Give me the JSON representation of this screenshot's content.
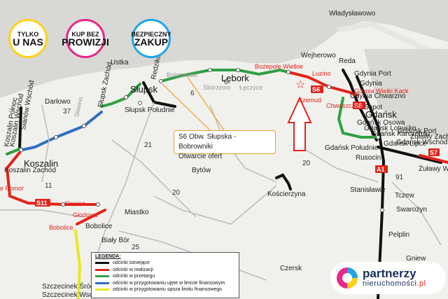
{
  "badges": [
    {
      "line1": "TYLKO",
      "line2": "U NAS"
    },
    {
      "line1": "KUP BEZ",
      "line2": "PROWIZJI"
    },
    {
      "line1": "BEZPIECZNY",
      "line2": "ZAKUP"
    }
  ],
  "callout": {
    "line1": "S6 Obw. Słupska - Bobrowniki",
    "line2": "Otwarcie ofert"
  },
  "towns": {
    "wladyslawowo": "Władysławowo",
    "ustka": "Ustka",
    "slupsk": "Słupsk",
    "slupsk_zachod": "Słupsk Zachód",
    "slupsk_poludnie": "Słupsk Południe",
    "redzikowo": "Redzikowo",
    "bobrowniki": "Bobrowniki",
    "lebork": "Lębork",
    "skorzewo": "Skórzewo",
    "leczyce": "Łęczyce",
    "bozepole": "Bożepole Wielkie",
    "luzino": "Luzino",
    "szemud": "Szemud",
    "wejherowo": "Wejherowo",
    "reda": "Reda",
    "gdynia": "Gdynia",
    "gdynia_port": "Gdynia Port",
    "gdynia_chwarzno": "Gdynia Chwarzno",
    "gdynia_wielki_kack": "Gdynia Wielki Kack",
    "chwaszczyno": "Chwaszczyno",
    "sopot": "Sopot",
    "gdansk": "Gdańsk",
    "gdansk_osowa": "Gdańsk Osowa",
    "gdansk_lotnisko": "Gdańsk Lotnisko",
    "gdansk_karczemki": "Gdańsk Karczemki",
    "gdansk_port": "Gdańsk Port",
    "gdansk_poludnie": "Gdańsk Południe",
    "gdansk_lipce": "Gdańsk Lipce",
    "gdansk_wschod": "Gdańsk Wschód",
    "zulawy_zachod": "Żuławy Zachód",
    "zulawy_wschod": "Żuławy Wschód",
    "rusocin": "Rusocin",
    "darlowo": "Darłowo",
    "koszalin": "Koszalin",
    "koszalin_zachod": "Koszalin Zachód",
    "koszalin_wschod": "Koszalin Wschód",
    "koszalin_polnoc": "Koszalin Północ",
    "sianow_wschod": "Sianów Wschód",
    "slawno": "Sławno",
    "koszalin_pomorze": "e Pomor",
    "klanino": "Klanino",
    "glodowa": "Głodowa",
    "bobolice_junction": "Bobolice",
    "bobolice": "Bobolice",
    "bytow": "Bytów",
    "koscierzyna": "Kościerzyna",
    "miastko": "Miastko",
    "bialy_bor": "Biały Bór",
    "czersk": "Czersk",
    "stanislawie": "Stanisławie",
    "tczew": "Tczew",
    "swarozyn": "Swarożyn",
    "pelplin": "Pelplin",
    "gniew": "Gniew",
    "szczecinek_srodmiescie": "Szczecinek Śródmieście",
    "szczecinek_wschod": "Szczecinek Wschód"
  },
  "roads": {
    "r6a": "6",
    "r6b": "6",
    "r20a": "20",
    "r20b": "20",
    "r20c": "20",
    "r21": "21",
    "r11": "11",
    "r37": "37",
    "r91": "91",
    "r25": "25",
    "s6": "S6",
    "s6b": "S6",
    "s11": "S11",
    "s7": "S7",
    "a1": "A1"
  },
  "legend": {
    "title": "LEGENDA:",
    "items": [
      {
        "label": "odcinki istniejące",
        "color": "#111111"
      },
      {
        "label": "odcinki w realizacji",
        "color": "#e2231a"
      },
      {
        "label": "odcinki w przetargu",
        "color": "#2fa043"
      },
      {
        "label": "odcinki w przygotowaniu ujęte w limicie finansowym",
        "color": "#2f6fc0"
      },
      {
        "label": "odcinki w przygotowaniu spoza limitu finansowego",
        "color": "#e8e820"
      }
    ]
  },
  "brand": {
    "name1": "partnerzy",
    "name2": "nieruchomości",
    "suffix": ".pl"
  },
  "colors": {
    "sea": "#d8d8d4",
    "land": "#f0f0ed",
    "existing": "#111111",
    "construction": "#e2231a",
    "tender": "#2fa043",
    "planned": "#2f6fc0",
    "unfunded": "#e8e820"
  }
}
